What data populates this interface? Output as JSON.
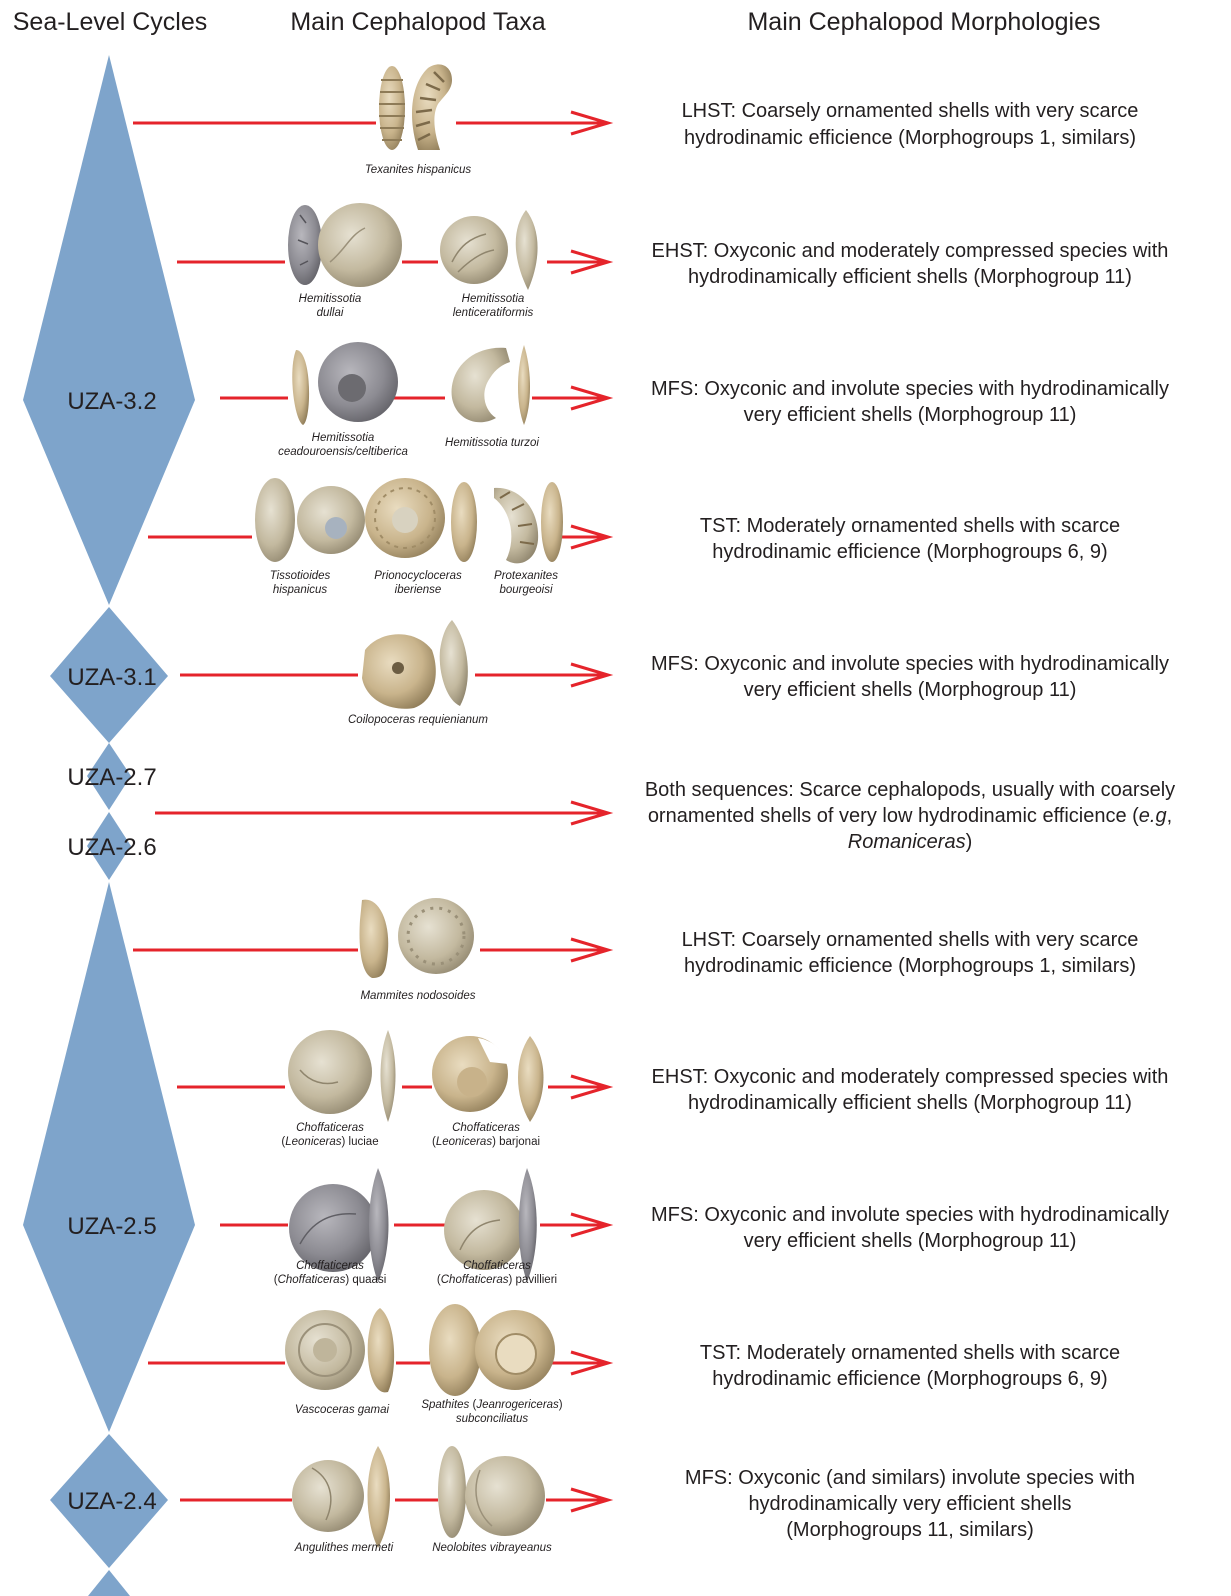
{
  "headers": {
    "sea_level": "Sea-Level Cycles",
    "taxa": "Main Cephalopod Taxa",
    "morphologies": "Main Cephalopod Morphologies"
  },
  "colors": {
    "diamond": "#7ea4cb",
    "arrow": "#e5242b",
    "fossil_light": "#d8d2c0",
    "fossil_mid": "#b9ae94",
    "fossil_dark": "#9b917a",
    "fossil_grey": "#8f8f95"
  },
  "cycles": [
    "UZA-3.2",
    "UZA-3.1",
    "UZA-2.7",
    "UZA-2.6",
    "UZA-2.5",
    "UZA-2.4"
  ],
  "rows": [
    {
      "desc": [
        "LHST: Coarsely ornamented shells with very scarce",
        "hydrodinamic efficience (Morphogroups 1, similars)"
      ],
      "taxa": [
        [
          "Texanites hispanicus"
        ]
      ]
    },
    {
      "desc": [
        "EHST: Oxyconic and moderately compressed species with",
        "hydrodinamically efficient shells (Morphogroup 11)"
      ],
      "taxa": [
        [
          "Hemitissotia",
          "dullai"
        ],
        [
          "Hemitissotia",
          "lenticeratiformis"
        ]
      ]
    },
    {
      "desc": [
        "MFS: Oxyconic and involute species with hydrodinamically",
        "very efficient shells (Morphogroup 11)"
      ],
      "taxa": [
        [
          "Hemitissotia",
          "ceadouroensis/celtiberica"
        ],
        [
          "Hemitissotia turzoi"
        ]
      ]
    },
    {
      "desc": [
        "TST: Moderately ornamented shells with scarce",
        "hydrodinamic efficience (Morphogroups 6, 9)"
      ],
      "taxa": [
        [
          "Tissotioides",
          "hispanicus"
        ],
        [
          "Prionocycloceras",
          "iberiense"
        ],
        [
          "Protexanites",
          "bourgeoisi"
        ]
      ]
    },
    {
      "desc": [
        "MFS: Oxyconic and involute species with hydrodinamically",
        "very efficient shells (Morphogroup 11)"
      ],
      "taxa": [
        [
          "Coilopoceras requienianum"
        ]
      ]
    },
    {
      "desc": [
        "Both sequences: Scarce cephalopods, usually with coarsely",
        "ornamented shells of very low hydrodinamic efficience (",
        "e.g",
        ", ",
        "Romaniceras",
        ")"
      ],
      "taxa": []
    },
    {
      "desc": [
        "LHST: Coarsely ornamented shells with very scarce",
        "hydrodinamic efficience (Morphogroups 1, similars)"
      ],
      "taxa": [
        [
          "Mammites nodosoides"
        ]
      ]
    },
    {
      "desc": [
        "EHST: Oxyconic and moderately compressed species with",
        "hydrodinamically efficient shells (Morphogroup 11)"
      ],
      "taxa": [
        [
          "Choffaticeras",
          "(",
          "Leoniceras",
          ") luciae"
        ],
        [
          "Choffaticeras",
          "(",
          "Leoniceras",
          ") barjonai"
        ]
      ]
    },
    {
      "desc": [
        "MFS: Oxyconic and involute species with hydrodinamically",
        "very efficient shells (Morphogroup 11)"
      ],
      "taxa": [
        [
          "Choffaticeras",
          "(",
          "Choffaticeras",
          ") quaasi"
        ],
        [
          "Choffaticeras",
          "(",
          "Choffaticeras",
          ") pavillieri"
        ]
      ]
    },
    {
      "desc": [
        "TST: Moderately ornamented shells with scarce",
        "hydrodinamic efficience (Morphogroups 6, 9)"
      ],
      "taxa": [
        [
          "Vascoceras gamai"
        ],
        [
          "Spathites",
          " (",
          "Jeanrogericeras",
          ")",
          "subconciliatus"
        ]
      ]
    },
    {
      "desc": [
        "MFS: Oxyconic (and similars) involute species with",
        "hydrodinamically very efficient shells",
        "(Morphogroups 11, similars)"
      ],
      "taxa": [
        [
          "Angulithes mermeti"
        ],
        [
          "Neolobites vibrayeanus"
        ]
      ]
    }
  ]
}
